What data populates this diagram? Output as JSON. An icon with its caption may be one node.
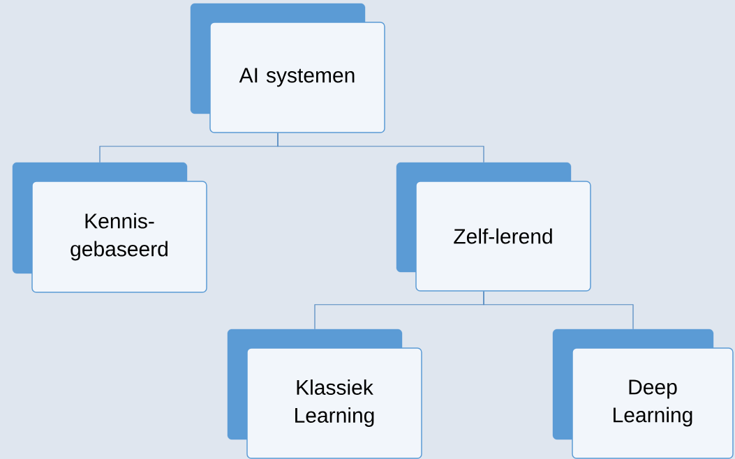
{
  "diagram": {
    "nodes": [
      {
        "text": [
          "AI systemen"
        ]
      },
      {
        "text": [
          "Kennis- gebaseerd"
        ]
      },
      {
        "text": [
          "Zelf-lerend"
        ]
      },
      {
        "text": [
          "Klassiek Learning"
        ]
      },
      {
        "text": [
          "Deep Learning"
        ]
      }
    ],
    "edges": [
      {
        "from": 0,
        "to": 1,
        "arrow": "none"
      },
      {
        "from": 0,
        "to": 2,
        "arrow": "none"
      },
      {
        "from": 2,
        "to": 3,
        "arrow": "none"
      },
      {
        "from": 2,
        "to": 4,
        "arrow": "none"
      }
    ]
  }
}
